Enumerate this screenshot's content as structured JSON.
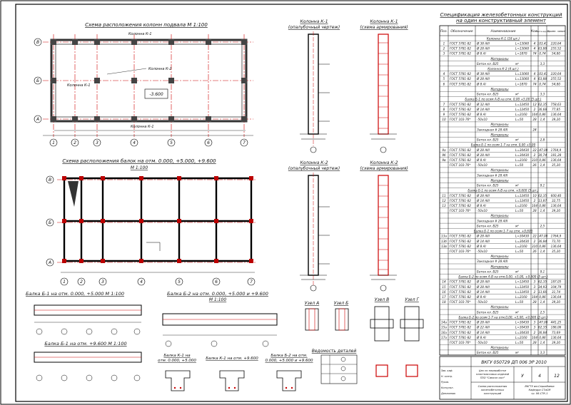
{
  "plan_titles": {
    "columns_plan": "Схема расположения колонн подвала М 1:100",
    "beams_plan_1": "Схема расположения балок на отм. 0.000, +5.000, +9.600",
    "beams_plan_2": "М 1:100"
  },
  "plan_labels": {
    "k1_top": "Колонна К-1",
    "k1_left": "Колонна К-1",
    "k1_bottom": "Колонна К-1",
    "k2_mid": "Колонна К-2",
    "elevation": "-3.600"
  },
  "axes": {
    "columns_numeric": [
      "1",
      "2",
      "3",
      "4",
      "5",
      "6",
      "7"
    ],
    "beams_numeric": [
      "1",
      "2",
      "3",
      "4",
      "5",
      "6",
      "7"
    ],
    "letters": [
      "В",
      "Б",
      "А"
    ]
  },
  "column_titles": {
    "k1_formwork": [
      "Колонна К-1",
      "(опалубочный чертеж)"
    ],
    "k1_rebar": [
      "Колонна К-1",
      "(схема армирования)"
    ],
    "k2_formwork": [
      "Колонна К-2",
      "(опалубочный чертеж)"
    ],
    "k2_rebar": [
      "Колонна К-2",
      "(схема армирования)"
    ]
  },
  "beam_titles": {
    "b1_a": "Балка Б-1 на отм. 0.000, +5.000 М 1:100",
    "b1_b": "Балка Б-1 на отм. +9.600 М 1:100",
    "b2": [
      "Балка Б-2 на отм. 0.000, +5.000 и +9.600",
      "М 1:100"
    ]
  },
  "section_titles": {
    "s1": [
      "Балка К-1 на",
      "отм. 0.000, +5.000"
    ],
    "s2": [
      "Балка К-1 на отм. +9.600"
    ],
    "s3": [
      "Балка Б-2 на отм.",
      "0.000, +5.000 и +9.600"
    ]
  },
  "node_titles": [
    "Узел А",
    "Узел Б",
    "Узел В",
    "Узел Г"
  ],
  "details_title": "Ведомость деталей",
  "spec": {
    "title": [
      "Спецификация железобетонных конструкций",
      "на один конструктивный элемент"
    ],
    "headers": [
      "Поз.",
      "Обозначение",
      "Наименование",
      "Кол.",
      "Масса ед. кг",
      "Приме- чание"
    ],
    "rows": [
      {
        "kind": "group",
        "text": "Колонна К-1 (18 шт.)"
      },
      {
        "kind": "row",
        "cells": [
          "1",
          "ГОСТ 5781-82",
          "Ø 38 AIII",
          "L=13060",
          "4",
          "103,41",
          "220,64"
        ]
      },
      {
        "kind": "row",
        "cells": [
          "2",
          "ГОСТ 5781-82",
          "Ø 28 AIII",
          "L=13060",
          "4",
          "63,88",
          "255,52"
        ]
      },
      {
        "kind": "row",
        "cells": [
          "3",
          "ГОСТ 5781-82",
          "Ø 8 AI",
          "L=1870",
          "74",
          "0,74",
          "54,80"
        ]
      },
      {
        "kind": "sub",
        "text": "Материалы"
      },
      {
        "kind": "row",
        "cells": [
          "",
          "",
          "Бетон кл. В25",
          "м³",
          "",
          "3,3",
          ""
        ]
      },
      {
        "kind": "group",
        "text": "Колонна К-2 (4 шт.)"
      },
      {
        "kind": "row",
        "cells": [
          "4",
          "ГОСТ 5781-82",
          "Ø 38 AIII",
          "L=13060",
          "4",
          "103,41",
          "220,64"
        ]
      },
      {
        "kind": "row",
        "cells": [
          "5",
          "ГОСТ 5781-82",
          "Ø 28 AIII",
          "L=13060",
          "4",
          "63,88",
          "255,52"
        ]
      },
      {
        "kind": "row",
        "cells": [
          "6",
          "ГОСТ 5781-82",
          "Ø 8 AI",
          "L=1870",
          "74",
          "0,74",
          "54,80"
        ]
      },
      {
        "kind": "sub",
        "text": "Материалы"
      },
      {
        "kind": "row",
        "cells": [
          "",
          "",
          "Бетон кл. В25",
          "м³",
          "",
          "3,3",
          ""
        ]
      },
      {
        "kind": "group",
        "text": "Балка Б-1 по осям А-В на отм. 0,00 +5,00 (5 шт.)"
      },
      {
        "kind": "row",
        "cells": [
          "7",
          "ГОСТ 5781-82",
          "Ø 32 AIII",
          "L=12450",
          "12",
          "62,35",
          "758,63"
        ]
      },
      {
        "kind": "row",
        "cells": [
          "8",
          "ГОСТ 5781-82",
          "Ø 14 AIII",
          "L=12450",
          "2",
          "36,68",
          "77,85"
        ]
      },
      {
        "kind": "row",
        "cells": [
          "9",
          "ГОСТ 5781-82",
          "Ø 8 AI",
          "L=2160",
          "104",
          "0,86",
          "136,64"
        ]
      },
      {
        "kind": "row",
        "cells": [
          "10",
          "ГОСТ 103-76*",
          "-50x10",
          "L=50",
          "28",
          "1,4",
          "39,20"
        ]
      },
      {
        "kind": "sub",
        "text": "Материалы"
      },
      {
        "kind": "row",
        "cells": [
          "",
          "",
          "Закладная # 28 AIII",
          "",
          "24",
          "",
          ""
        ]
      },
      {
        "kind": "sub",
        "text": "Материалы"
      },
      {
        "kind": "row",
        "cells": [
          "",
          "",
          "Бетон кл. В25",
          "м³",
          "",
          "2,8",
          ""
        ]
      },
      {
        "kind": "group",
        "text": "Балка Б-1 по осям 1-7 на отм. 0,00 +5,00"
      },
      {
        "kind": "row",
        "cells": [
          "9а",
          "ГОСТ 5781-82",
          "Ø 28 AIII",
          "L=30430",
          "22",
          "147,08",
          "1764,9"
        ]
      },
      {
        "kind": "row",
        "cells": [
          "9б",
          "ГОСТ 5781-82",
          "Ø 28 AIII",
          "L=30430",
          "2",
          "30,74",
          "181,28"
        ]
      },
      {
        "kind": "row",
        "cells": [
          "9в",
          "ГОСТ 5781-82",
          "Ø 8 AI",
          "L=2160",
          "310",
          "0,86",
          "136,64"
        ]
      },
      {
        "kind": "row",
        "cells": [
          "",
          "ГОСТ 103-76*",
          "-50x10",
          "L=50",
          "26",
          "1,4",
          "35,20"
        ]
      },
      {
        "kind": "sub",
        "text": "Материалы"
      },
      {
        "kind": "row",
        "cells": [
          "",
          "",
          "Закладная # 28 AIII",
          "",
          "",
          "",
          ""
        ]
      },
      {
        "kind": "sub",
        "text": "Материалы"
      },
      {
        "kind": "row",
        "cells": [
          "",
          "",
          "Бетон кл. В25",
          "м³",
          "",
          "9,1",
          ""
        ]
      },
      {
        "kind": "group",
        "text": "Балка Б-1 по осям А-В на отм. +9,600 (5 шт.)"
      },
      {
        "kind": "row",
        "cells": [
          "11",
          "ГОСТ 5781-82",
          "Ø 28 AIII",
          "L=12450",
          "10",
          "62,35",
          "600,40"
        ]
      },
      {
        "kind": "row",
        "cells": [
          "12",
          "ГОСТ 5781-82",
          "Ø 14 AIII",
          "L=12450",
          "2",
          "13,87",
          "32,75"
        ]
      },
      {
        "kind": "row",
        "cells": [
          "13",
          "ГОСТ 5781-82",
          "Ø 8 AI",
          "L=2160",
          "104",
          "0,86",
          "136,64"
        ]
      },
      {
        "kind": "row",
        "cells": [
          "",
          "ГОСТ 103-76*",
          "-50x10",
          "L=50",
          "28",
          "1,4",
          "39,20"
        ]
      },
      {
        "kind": "sub",
        "text": "Материалы"
      },
      {
        "kind": "row",
        "cells": [
          "",
          "",
          "Закладная # 28 AIII",
          "",
          "",
          "",
          ""
        ]
      },
      {
        "kind": "row",
        "cells": [
          "",
          "",
          "Бетон кл. В25",
          "м³",
          "",
          "2,5",
          ""
        ]
      },
      {
        "kind": "group",
        "text": "Балка Б-1 по осям 1-7 на отм. +9,600"
      },
      {
        "kind": "row",
        "cells": [
          "13а",
          "ГОСТ 5781-82",
          "Ø 28 AIII",
          "L=30430",
          "22",
          "147,08",
          "1764,9"
        ]
      },
      {
        "kind": "row",
        "cells": [
          "13б",
          "ГОСТ 5781-82",
          "Ø 14 AIII",
          "L=30430",
          "2",
          "36,84",
          "73,70"
        ]
      },
      {
        "kind": "row",
        "cells": [
          "13в",
          "ГОСТ 5781-82",
          "Ø 8 AI",
          "L=2160",
          "310",
          "0,86",
          "136,64"
        ]
      },
      {
        "kind": "row",
        "cells": [
          "",
          "ГОСТ 103-76*",
          "-50x10",
          "L=50",
          "26",
          "1,4",
          "35,20"
        ]
      },
      {
        "kind": "sub",
        "text": "Материалы"
      },
      {
        "kind": "row",
        "cells": [
          "",
          "",
          "Закладная # 28 AIII",
          "",
          "",
          "",
          ""
        ]
      },
      {
        "kind": "sub",
        "text": "Материалы"
      },
      {
        "kind": "row",
        "cells": [
          "",
          "",
          "Бетон кл. В25",
          "м³",
          "",
          "9,1",
          ""
        ]
      },
      {
        "kind": "group",
        "text": "Балка Б-2 по осям А-В на отм.0,00, +5,00, +9,600 (5 шт.)"
      },
      {
        "kind": "row",
        "cells": [
          "14",
          "ГОСТ 5781-82",
          "Ø 28 AIII",
          "L=12450",
          "3",
          "62,35",
          "187,05"
        ]
      },
      {
        "kind": "row",
        "cells": [
          "15",
          "ГОСТ 5781-82",
          "Ø 28 AIII",
          "L=12450",
          "3",
          "34,93",
          "104,79"
        ]
      },
      {
        "kind": "row",
        "cells": [
          "16",
          "ГОСТ 5781-82",
          "Ø 14 AIII",
          "L=12450",
          "2",
          "13,66",
          "31,74"
        ]
      },
      {
        "kind": "row",
        "cells": [
          "17",
          "ГОСТ 5781-82",
          "Ø 8 AI",
          "L=2160",
          "104",
          "0,86",
          "136,64"
        ]
      },
      {
        "kind": "row",
        "cells": [
          "18",
          "ГОСТ 103-76*",
          "-50x10",
          "L=50",
          "28",
          "1,4",
          "39,20"
        ]
      },
      {
        "kind": "sub",
        "text": "Материалы"
      },
      {
        "kind": "row",
        "cells": [
          "",
          "",
          "Бетон кл. В25",
          "м³",
          "",
          "2,5",
          ""
        ]
      },
      {
        "kind": "group",
        "text": "Балка Б-2 по осям 1-7 на отм.0,00, +5,00, +9,600 (3 шт.)"
      },
      {
        "kind": "row",
        "cells": [
          "14а",
          "ГОСТ 5781-82",
          "Ø 28 AIII",
          "L=30430",
          "3",
          "147,08",
          "441,25"
        ]
      },
      {
        "kind": "row",
        "cells": [
          "15а",
          "ГОСТ 5781-82",
          "Ø 22 AIII",
          "L=30430",
          "3",
          "62,35",
          "186,06"
        ]
      },
      {
        "kind": "row",
        "cells": [
          "16а",
          "ГОСТ 5781-82",
          "Ø 14 AIII",
          "L=30430",
          "2",
          "36,84",
          "73,69"
        ]
      },
      {
        "kind": "row",
        "cells": [
          "17а",
          "ГОСТ 5781-82",
          "Ø 8 AI",
          "L=2160",
          "104",
          "0,86",
          "136,64"
        ]
      },
      {
        "kind": "row",
        "cells": [
          "",
          "ГОСТ 103-76*",
          "-50x10",
          "L=50",
          "28",
          "1,4",
          "39,20"
        ]
      },
      {
        "kind": "sub",
        "text": "Материалы"
      },
      {
        "kind": "row",
        "cells": [
          "",
          "",
          "Бетон кл. В25",
          "м³",
          "",
          "3,3",
          ""
        ]
      }
    ]
  },
  "stamp": {
    "code": "ВКГУ 050729 ДП 006 ЭР 2010",
    "project": [
      "Цех по переработке",
      "пластмассовых изделий",
      "ПЗО \"Самсон сын\""
    ],
    "sheet": "4",
    "sheets": "12",
    "stage": "У",
    "content": [
      "Схема расположения",
      "железобетонных",
      "конструкций"
    ],
    "org": [
      "ВКГТУ им.Серикбаева",
      "Кафедра СТиСМ",
      "гр. 06-СТК-1"
    ],
    "roles": [
      "Зав. каф.",
      "Н. контр.",
      "Руков.",
      "Консульт.",
      "Дипломник"
    ]
  }
}
